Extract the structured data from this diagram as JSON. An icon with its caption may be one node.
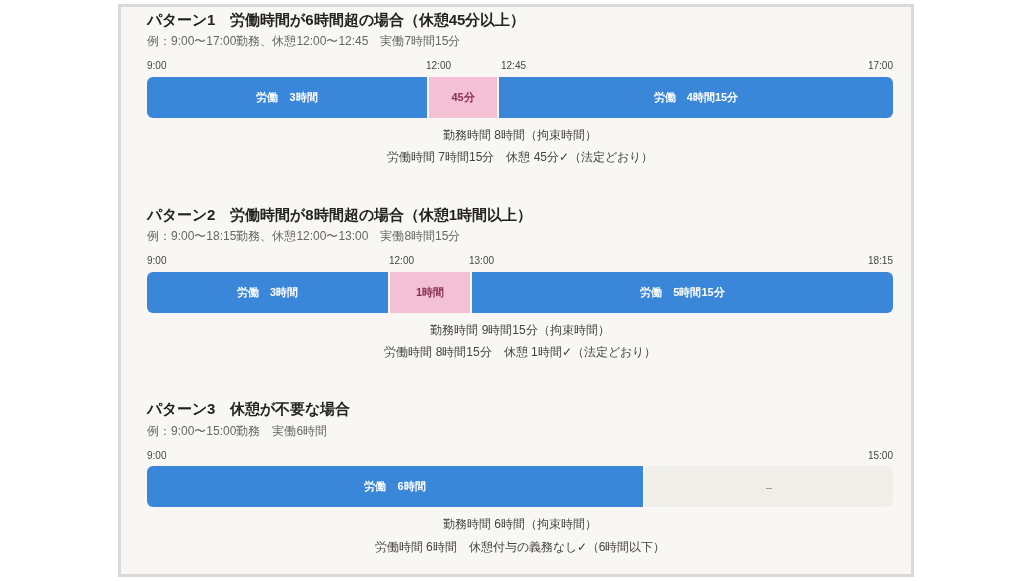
{
  "diagram": {
    "nodes": [
      {
        "text": [
          "労働　3時間"
        ]
      },
      {
        "text": [
          "45分"
        ]
      },
      {
        "text": [
          "労働　4時間15分"
        ]
      },
      {
        "text": [
          "労働　3時間"
        ]
      },
      {
        "text": [
          "1時間"
        ]
      },
      {
        "text": [
          "労働　5時間15分"
        ]
      },
      {
        "text": [
          "労働　6時間"
        ]
      },
      {
        "text": [
          "–"
        ]
      }
    ],
    "labels": [
      "パターン1　労働時間が6時間超の場合（休憩45分以上）",
      "例：9:00〜17:00勤務、休憩12:00〜12:45　実働7時間15分",
      "9:00",
      "12:00",
      "12:45",
      "17:00",
      "勤務時間 8時間（拘束時間）",
      "労働時間 7時間15分　休憩 45分✓（法定どおり）",
      "パターン2　労働時間が8時間超の場合（休憩1時間以上）",
      "例：9:00〜18:15勤務、休憩12:00〜13:00　実働8時間15分",
      "9:00",
      "12:00",
      "13:00",
      "18:15",
      "勤務時間 9時間15分（拘束時間）",
      "労働時間 8時間15分　休憩 1時間✓（法定どおり）",
      "パターン3　休憩が不要な場合",
      "例：9:00〜15:00勤務　実働6時間",
      "9:00",
      "15:00",
      "勤務時間 6時間（拘束時間）",
      "労働時間 6時間　休憩付与の義務なし✓（6時間以下）"
    ]
  }
}
